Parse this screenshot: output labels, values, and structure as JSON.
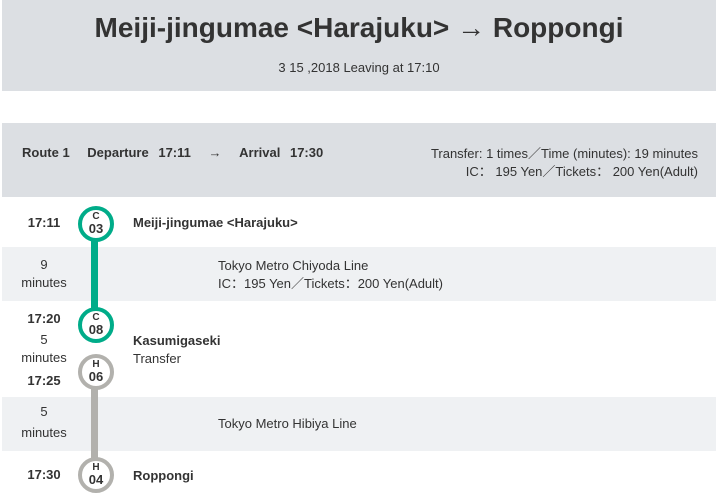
{
  "header": {
    "title": "Meiji-jingumae <Harajuku> → Roppongi",
    "subtitle": "3 15 ,2018 Leaving at 17:10"
  },
  "summary": {
    "route_label": "Route 1",
    "departure_label": "Departure",
    "departure_time": "17:11",
    "arrow": "→",
    "arrival_label": "Arrival",
    "arrival_time": "17:30",
    "transfer_info": "Transfer: 1 times／Time (minutes): 19 minutes",
    "fare_info": "IC： 195 Yen／Tickets： 200 Yen(Adult)"
  },
  "steps": {
    "origin": {
      "time": "17:11",
      "badge_letter": "C",
      "badge_number": "03",
      "name": "Meiji-jingumae <Harajuku>"
    },
    "leg1": {
      "duration_value": "9",
      "duration_unit": "minutes",
      "line": "Tokyo Metro Chiyoda Line",
      "fare": "IC：195 Yen／Tickets：200 Yen(Adult)"
    },
    "transfer": {
      "arrive_time": "17:20",
      "wait_value": "5",
      "wait_unit": "minutes",
      "depart_time": "17:25",
      "badge_in_letter": "C",
      "badge_in_number": "08",
      "badge_out_letter": "H",
      "badge_out_number": "06",
      "name": "Kasumigaseki",
      "note": "Transfer"
    },
    "leg2": {
      "duration_value": "5",
      "duration_unit": "minutes",
      "line": "Tokyo Metro Hibiya Line"
    },
    "destination": {
      "time": "17:30",
      "badge_letter": "H",
      "badge_number": "04",
      "name": "Roppongi"
    }
  },
  "colors": {
    "chiyoda_line": "#00ac89",
    "hibiya_line": "#b2b1ad",
    "header_bg": "#dcdfe3",
    "row_alt_bg": "#eff1f3"
  }
}
